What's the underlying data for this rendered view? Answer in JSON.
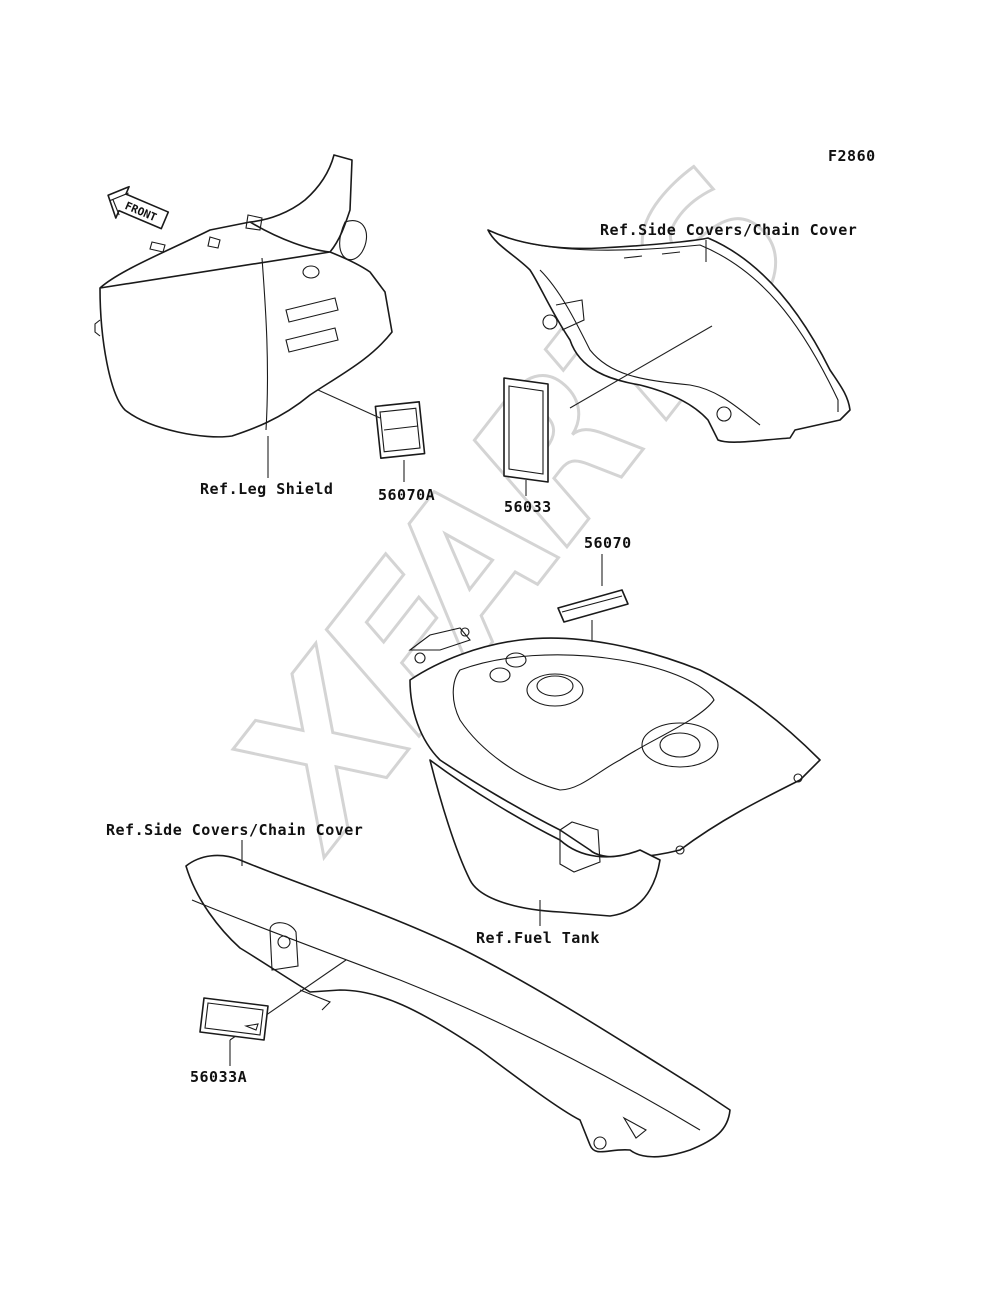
{
  "figure_id": "F2860",
  "watermark": "XFARTS",
  "front_arrow_label": "FRONT",
  "reference_labels": {
    "leg_shield": "Ref.Leg Shield",
    "side_covers_top": "Ref.Side Covers/Chain Cover",
    "side_covers_bottom": "Ref.Side Covers/Chain Cover",
    "fuel_tank": "Ref.Fuel Tank"
  },
  "part_numbers": {
    "p56070A": "56070A",
    "p56033": "56033",
    "p56070": "56070",
    "p56033A": "56033A"
  },
  "colors": {
    "line": "#1a1a1a",
    "watermark": "#d4d4d4",
    "background": "#ffffff"
  }
}
